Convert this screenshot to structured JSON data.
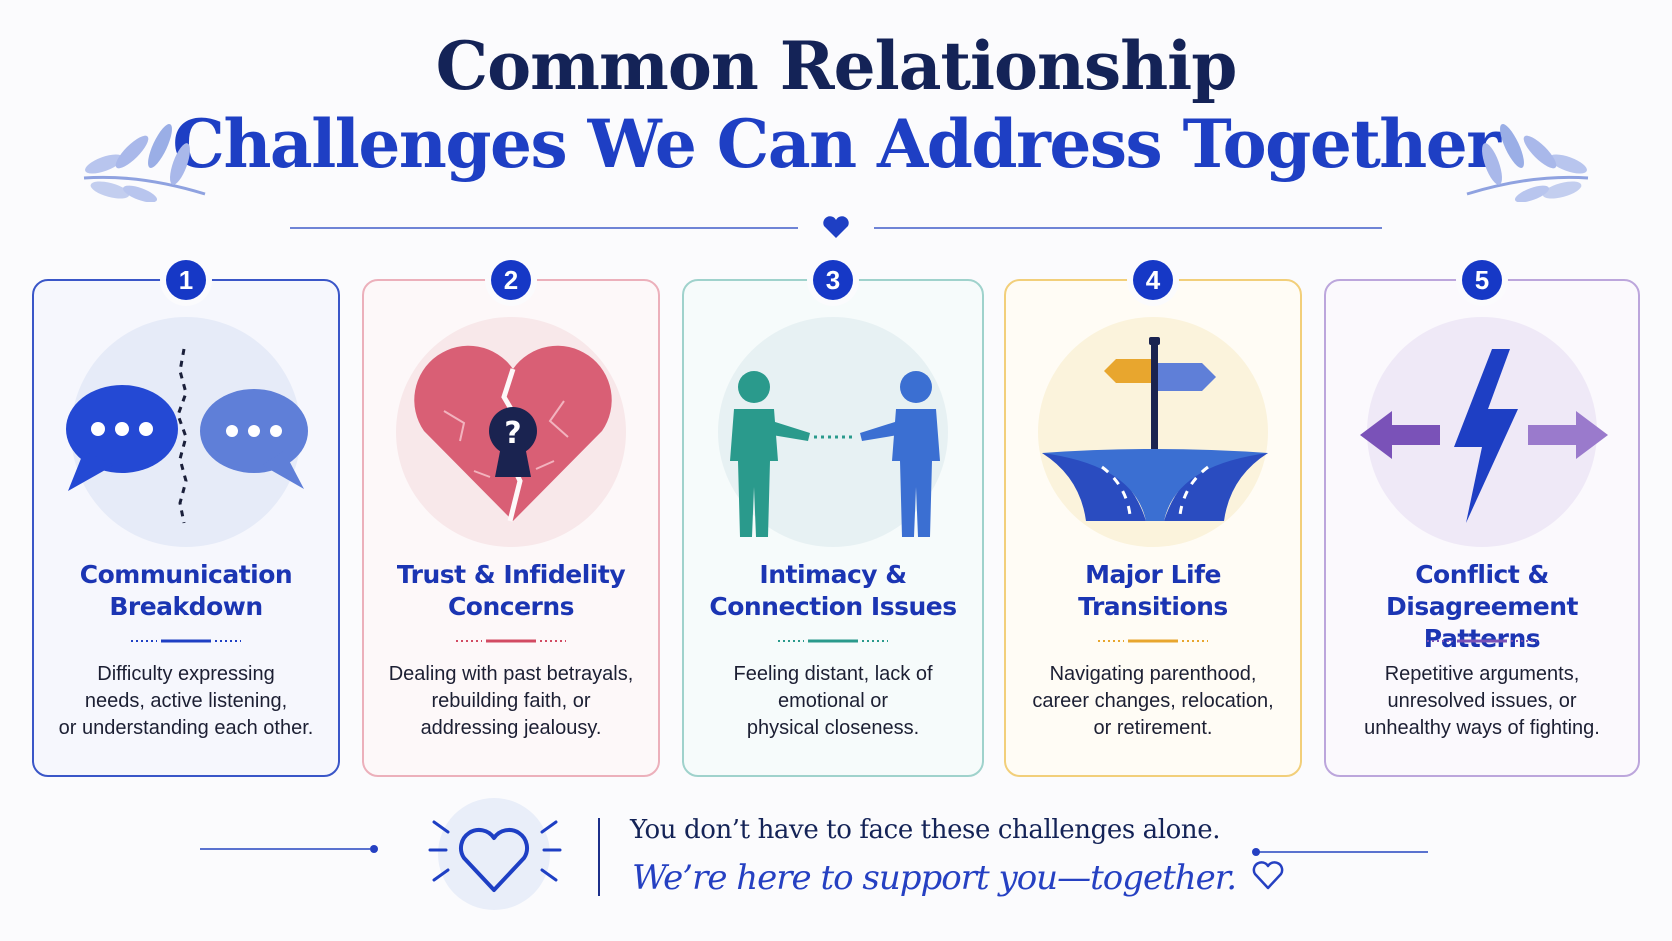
{
  "header": {
    "title_line1": "Common Relationship",
    "title_line2": "Challenges We Can Address Together"
  },
  "cards": [
    {
      "number": "1",
      "icon": "speech-bubbles-icon",
      "title_line1": "Communication",
      "title_line2": "Breakdown",
      "desc_line1": "Difficulty expressing",
      "desc_line2": "needs, active listening,",
      "desc_line3": "or understanding each other.",
      "accent": "#1e3fc4"
    },
    {
      "number": "2",
      "icon": "broken-heart-keyhole-icon",
      "title_line1": "Trust & Infidelity",
      "title_line2": "Concerns",
      "desc_line1": "Dealing with past betrayals,",
      "desc_line2": "rebuilding faith, or",
      "desc_line3": "addressing jealousy.",
      "accent": "#d24b63"
    },
    {
      "number": "3",
      "icon": "two-people-reaching-icon",
      "title_line1": "Intimacy &",
      "title_line2": "Connection Issues",
      "desc_line1": "Feeling distant, lack of",
      "desc_line2": "emotional or",
      "desc_line3": "physical closeness.",
      "accent": "#2a9a8c"
    },
    {
      "number": "4",
      "icon": "crossroads-signpost-icon",
      "title_line1": "Major Life",
      "title_line2": "Transitions",
      "desc_line1": "Navigating parenthood,",
      "desc_line2": "career changes, relocation,",
      "desc_line3": "or retirement.",
      "accent": "#e8a62e"
    },
    {
      "number": "5",
      "icon": "lightning-arrows-icon",
      "title_line1": "Conflict &",
      "title_line2": "Disagreement Patterns",
      "desc_line1": "Repetitive arguments,",
      "desc_line2": "unresolved issues, or",
      "desc_line3": "unhealthy ways of fighting.",
      "accent": "#7a52b8"
    }
  ],
  "footer": {
    "line1": "You don’t have to face these challenges alone.",
    "line2": "We’re here to support you—together."
  }
}
